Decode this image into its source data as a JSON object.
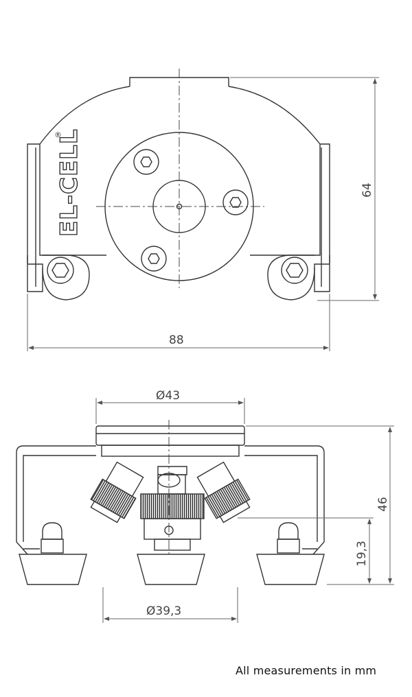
{
  "brand": {
    "logo_text": "EL-CELL",
    "registered_mark": "®"
  },
  "top_view": {
    "width_label": "88",
    "height_label": "64"
  },
  "side_view": {
    "top_diameter_label": "Ø43",
    "bottom_diameter_label": "Ø39,3",
    "height_label": "46",
    "sub_height_label": "19,3"
  },
  "footer_note": "All measurements in mm",
  "colors": {
    "line": "#333333",
    "dim_line": "#666666",
    "background": "#ffffff"
  }
}
